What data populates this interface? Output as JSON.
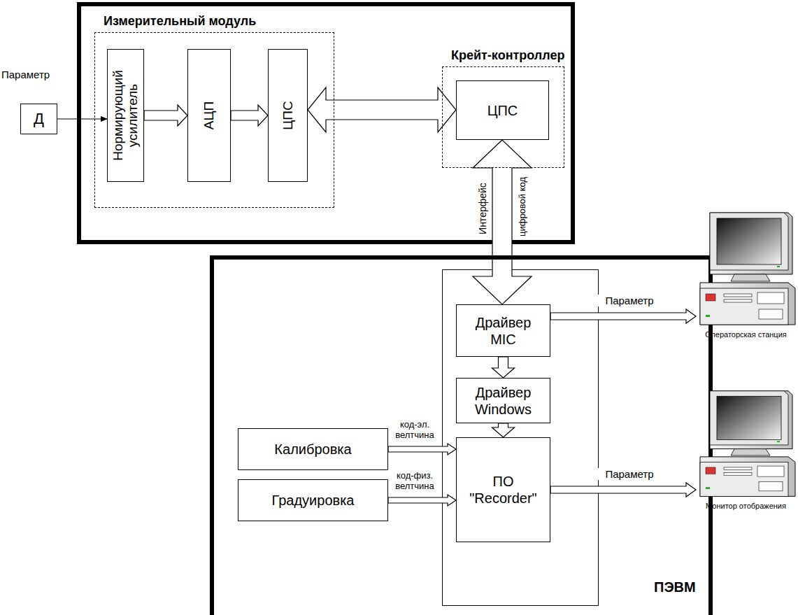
{
  "diagram": {
    "nodes": [
      {
        "text": [
          "Измерительный модуль"
        ]
      },
      {
        "text": [
          "Нормирующий усилитель"
        ],
        "in": 0
      },
      {
        "text": [
          "АЦП"
        ],
        "in": 0
      },
      {
        "text": [
          "ЦПС"
        ],
        "in": 0
      },
      {
        "text": [
          "Крейт-контроллер"
        ]
      },
      {
        "text": [
          "ЦПС"
        ],
        "in": 4
      },
      {
        "text": [
          "Д"
        ]
      },
      {
        "text": [
          "ПЭВМ"
        ]
      },
      {
        "text": [
          "Драйвер MIC"
        ],
        "in": 7
      },
      {
        "text": [
          "Драйвер Windows"
        ],
        "in": 7
      },
      {
        "text": [
          "ПО \"Recorder\""
        ],
        "in": 7
      },
      {
        "text": [
          "Калибровка"
        ],
        "in": 7
      },
      {
        "text": [
          "Градуировка"
        ],
        "in": 7
      },
      {
        "text": [
          "Операторская станция"
        ]
      },
      {
        "text": [
          "Монитор отображения"
        ]
      }
    ],
    "edges": [
      {
        "from": 6,
        "to": 1,
        "arrow": "to"
      },
      {
        "from": 1,
        "to": 2,
        "arrow": "to"
      },
      {
        "from": 2,
        "to": 3,
        "arrow": "to"
      },
      {
        "from": 3,
        "to": 5,
        "arrow": "both"
      },
      {
        "from": 5,
        "to": 8,
        "arrow": "both"
      },
      {
        "from": 8,
        "to": 9,
        "arrow": "to"
      },
      {
        "from": 9,
        "to": 10,
        "arrow": "to"
      },
      {
        "from": 11,
        "to": 10,
        "label": "код-эл. велтчина",
        "arrow": "to"
      },
      {
        "from": 12,
        "to": 10,
        "label": "код-физ. велтчина",
        "arrow": "to"
      },
      {
        "from": 8,
        "to": 13,
        "label": "Параметр",
        "arrow": "to"
      },
      {
        "from": 10,
        "to": 14,
        "label": "Параметр",
        "arrow": "to"
      }
    ],
    "labels": [
      "Параметр",
      "Интерфейс",
      "цифровой код"
    ]
  }
}
